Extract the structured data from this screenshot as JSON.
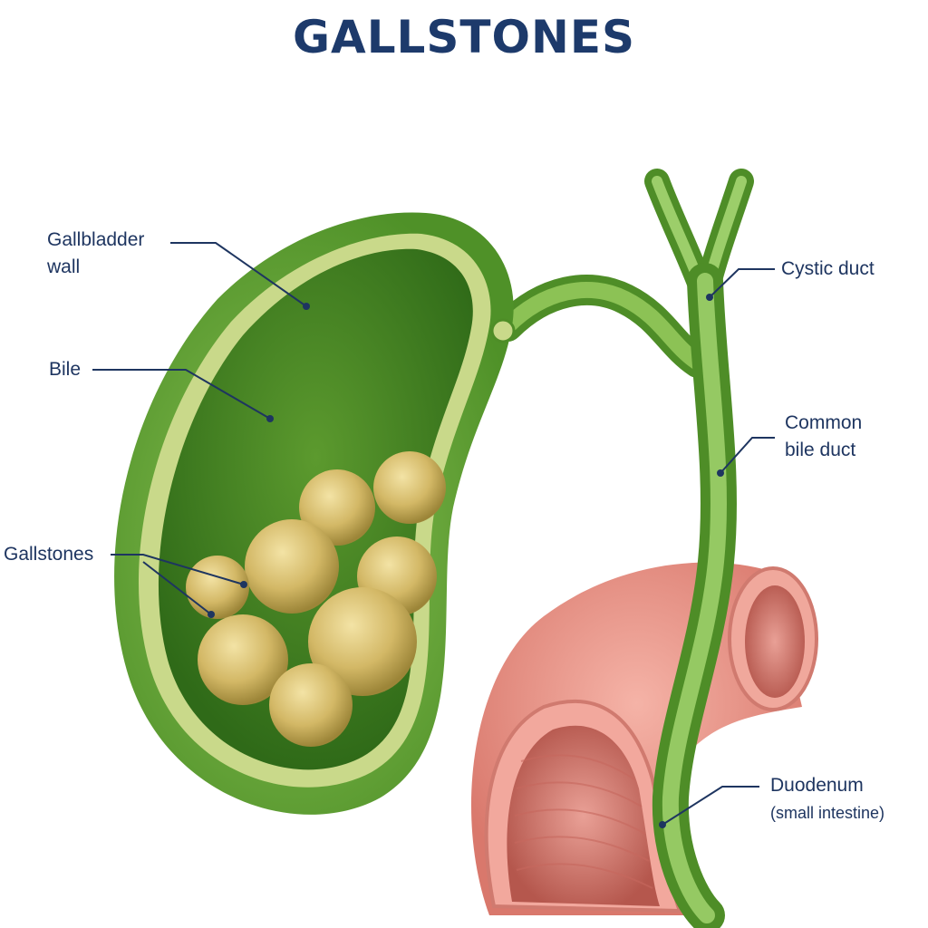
{
  "title": "GALLSTONES",
  "labels": {
    "gallbladder_wall": {
      "line1": "Gallbladder",
      "line2": "wall"
    },
    "bile": "Bile",
    "gallstones": "Gallstones",
    "cystic_duct": "Cystic duct",
    "common_bile_duct": {
      "line1": "Common",
      "line2": "bile duct"
    },
    "duodenum": {
      "line1": "Duodenum",
      "line2": "(small intestine)"
    }
  },
  "colors": {
    "title": "#1d3a6b",
    "label_text": "#1e3560",
    "leader_line": "#1e3560",
    "gallbladder_outer": "#6aa83c",
    "gallbladder_inner": "#3f7f22",
    "wall_layer": "#c9d98a",
    "gallstone": "#d8c070",
    "duct": "#6fae3f",
    "duodenum": "#e8958a",
    "duodenum_inner": "#c96f65"
  }
}
